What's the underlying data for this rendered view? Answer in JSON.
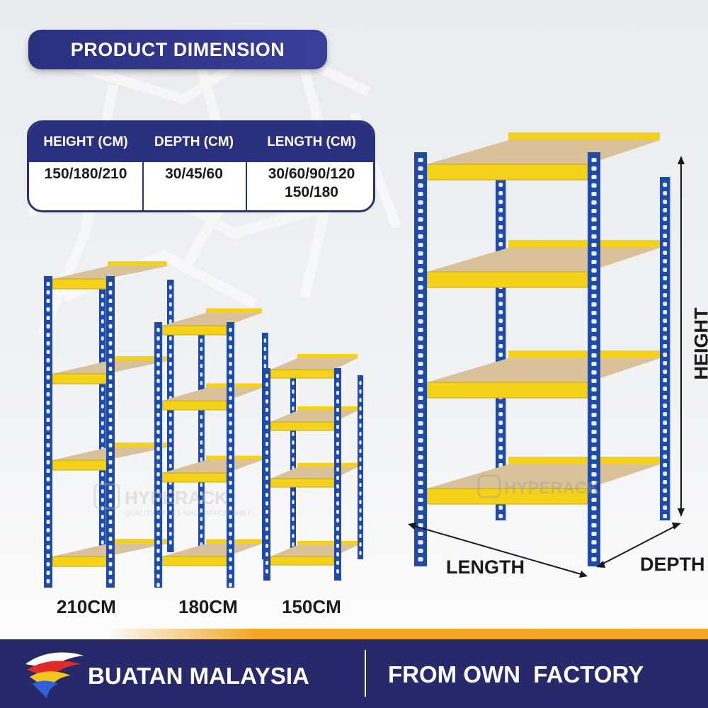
{
  "title": "PRODUCT DIMENSION",
  "table": {
    "headers": [
      "HEIGHT (CM)",
      "DEPTH (CM)",
      "LENGTH (CM)"
    ],
    "values": [
      "150/180/210",
      "30/45/60",
      [
        "30/60/90/120",
        "150/180"
      ]
    ]
  },
  "small_racks": {
    "labels": [
      "210CM",
      "180CM",
      "150CM"
    ]
  },
  "big_rack": {
    "height_label": "HEIGHT",
    "length_label": "LENGTH",
    "depth_label": "DEPTH"
  },
  "watermark": {
    "brand": "HYPERACK",
    "tagline": "QUALITY RACKS MADE AFFORDABLE"
  },
  "footer": {
    "left_text": "BUATAN MALAYSIA",
    "right_text": "FROM OWN  FACTORY"
  },
  "colors": {
    "navy": "#2a2f7e",
    "footer_navy": "#27296b",
    "upright_blue": "#1f4aa8",
    "shelf_yellow": "#f5d21a",
    "board": "#d9c29a",
    "accent_orange": "#f4a622",
    "flag_red": "#e02b2b"
  }
}
